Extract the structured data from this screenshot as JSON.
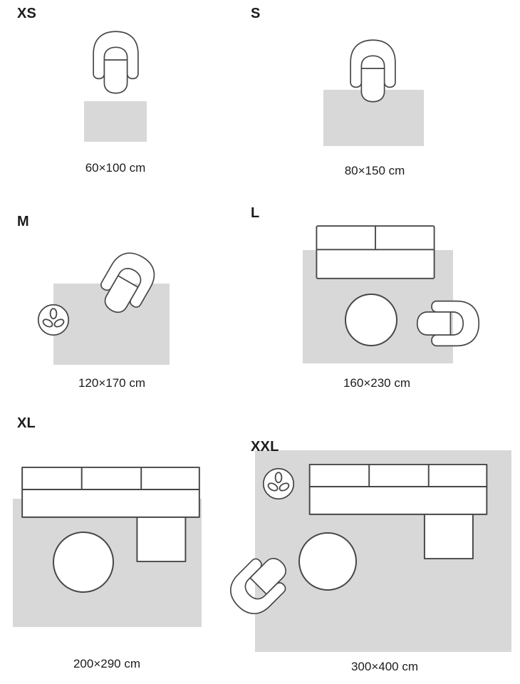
{
  "colors": {
    "rug": "#d8d8d8",
    "outline": "#474747",
    "text": "#1c1c1c",
    "background": "#ffffff"
  },
  "sizes": [
    {
      "id": "xs",
      "label": "XS",
      "dimensions": "60×100 cm",
      "furniture": [
        "armchair"
      ]
    },
    {
      "id": "s",
      "label": "S",
      "dimensions": "80×150 cm",
      "furniture": [
        "armchair"
      ]
    },
    {
      "id": "m",
      "label": "M",
      "dimensions": "120×170 cm",
      "furniture": [
        "armchair",
        "plant"
      ]
    },
    {
      "id": "l",
      "label": "L",
      "dimensions": "160×230 cm",
      "furniture": [
        "sofa",
        "coffee-table",
        "armchair"
      ]
    },
    {
      "id": "xl",
      "label": "XL",
      "dimensions": "200×290 cm",
      "furniture": [
        "sectional-sofa",
        "coffee-table"
      ]
    },
    {
      "id": "xxl",
      "label": "XXL",
      "dimensions": "300×400 cm",
      "furniture": [
        "plant",
        "sectional-sofa",
        "coffee-table",
        "armchair"
      ]
    }
  ]
}
